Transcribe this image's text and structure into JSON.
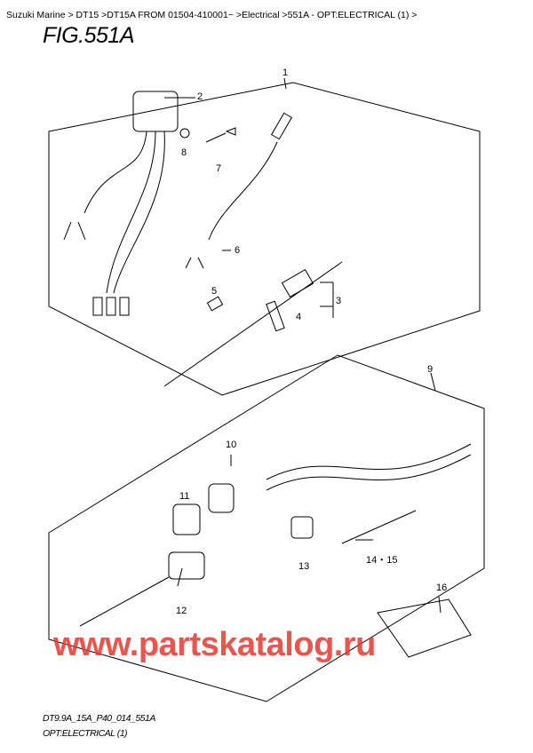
{
  "breadcrumb": "Suzuki Marine > DT15 >DT15A FROM 01504-410001~ >Electrical >551A - OPT:ELECTRICAL (1) >",
  "figure_title": "FIG.551A",
  "footer": {
    "code": "DT9.9A_15A_P40_014_551A",
    "caption": "OPT:ELECTRICAL (1)"
  },
  "callouts": [
    "1",
    "2",
    "3",
    "4",
    "5",
    "6",
    "7",
    "8",
    "9",
    "10",
    "11",
    "12",
    "13",
    "14・15",
    "16"
  ],
  "watermark": "www.partskatalog.ru",
  "colors": {
    "watermark": "#e8382f",
    "line": "#000000"
  }
}
